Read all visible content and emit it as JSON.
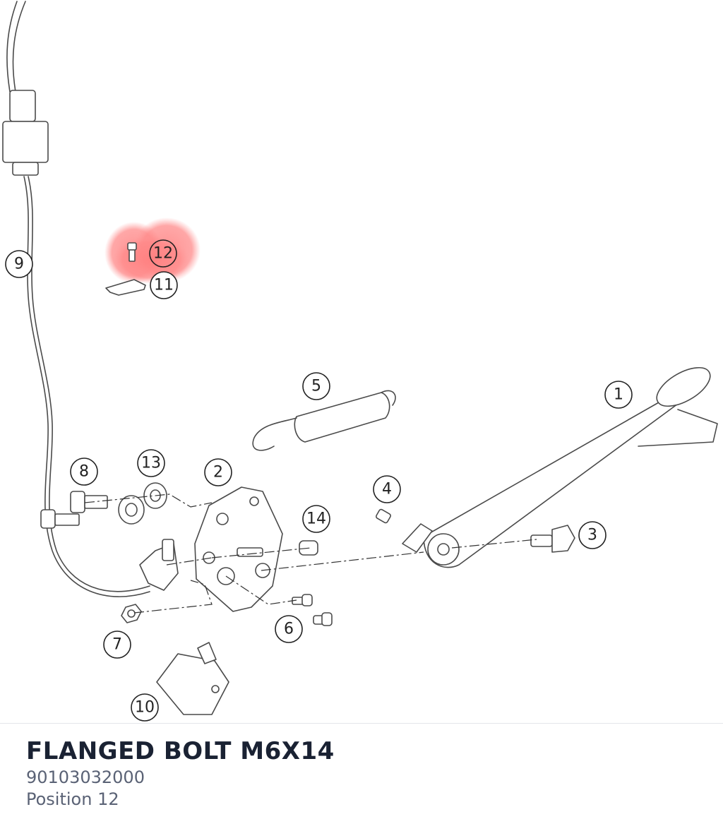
{
  "diagram": {
    "highlight_color": "#ff8a8a",
    "callouts": [
      {
        "id": "c1",
        "label": "1"
      },
      {
        "id": "c2",
        "label": "2"
      },
      {
        "id": "c3",
        "label": "3"
      },
      {
        "id": "c4",
        "label": "4"
      },
      {
        "id": "c5",
        "label": "5"
      },
      {
        "id": "c6",
        "label": "6"
      },
      {
        "id": "c7",
        "label": "7"
      },
      {
        "id": "c8",
        "label": "8"
      },
      {
        "id": "c9",
        "label": "9"
      },
      {
        "id": "c10",
        "label": "10"
      },
      {
        "id": "c11",
        "label": "11"
      },
      {
        "id": "c12",
        "label": "12"
      },
      {
        "id": "c13",
        "label": "13"
      },
      {
        "id": "c14",
        "label": "14"
      }
    ],
    "selected_callout": "12"
  },
  "part": {
    "name": "FLANGED BOLT M6X14",
    "number": "90103032000",
    "position": "Position 12"
  }
}
